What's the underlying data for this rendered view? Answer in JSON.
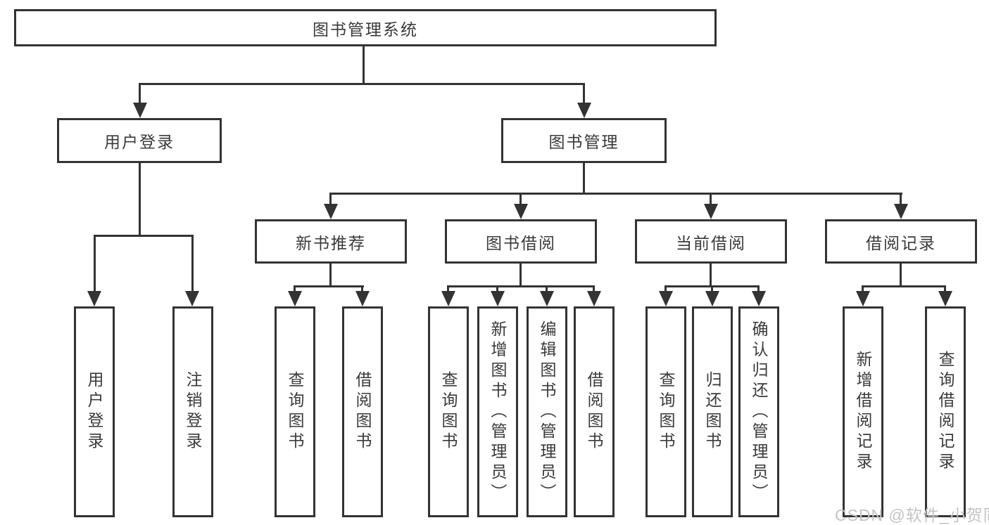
{
  "tree": {
    "label": "图书管理系统",
    "children": [
      {
        "label": "用户登录",
        "children": [
          {
            "label": "用户登录"
          },
          {
            "label": "注销登录"
          }
        ]
      },
      {
        "label": "图书管理",
        "children": [
          {
            "label": "新书推荐",
            "children": [
              {
                "label": "查询图书"
              },
              {
                "label": "借阅图书"
              }
            ]
          },
          {
            "label": "图书借阅",
            "children": [
              {
                "label": "查询图书"
              },
              {
                "label": "新增图书（管理员）"
              },
              {
                "label": "编辑图书（管理员）"
              },
              {
                "label": "借阅图书"
              }
            ]
          },
          {
            "label": "当前借阅",
            "children": [
              {
                "label": "查询图书"
              },
              {
                "label": "归还图书"
              },
              {
                "label": "确认归还（管理员）"
              }
            ]
          },
          {
            "label": "借阅记录",
            "children": [
              {
                "label": "新增借阅记录"
              },
              {
                "label": "查询借阅记录"
              }
            ]
          }
        ]
      }
    ]
  },
  "watermark": "CSDN @软件_小贺同学",
  "colors": {
    "line": "#333333",
    "text": "#3a3a3a",
    "watermark": "#c3c3c3",
    "background": "#ffffff"
  }
}
